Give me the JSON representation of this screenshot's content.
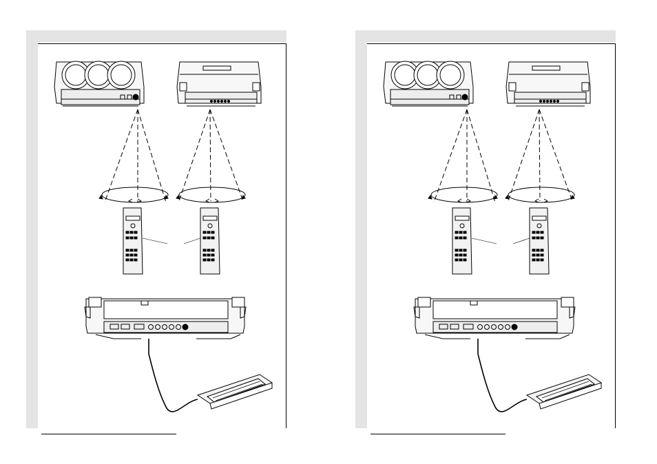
{
  "pages": [
    {
      "id": "left",
      "illustration": "projector-remote-setup-diagram"
    },
    {
      "id": "right",
      "illustration": "projector-remote-setup-diagram"
    }
  ]
}
